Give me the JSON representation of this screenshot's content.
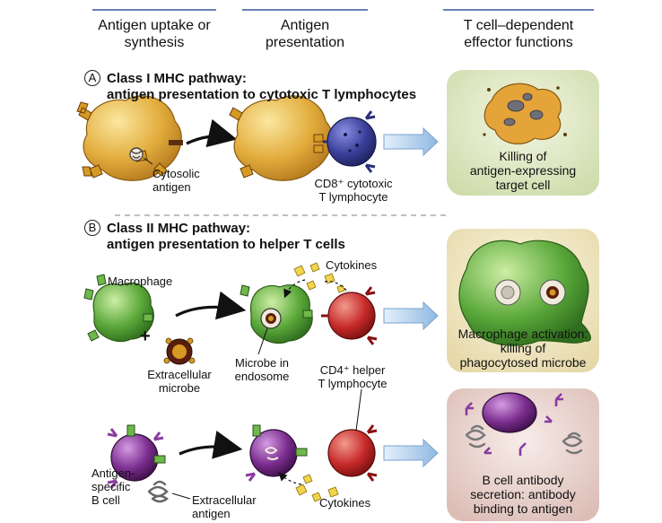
{
  "headers": {
    "col1": "Antigen uptake or synthesis",
    "col2": "Antigen presentation",
    "col3": "T cell–dependent effector functions"
  },
  "sectionA": {
    "badge": "A",
    "title_line1": "Class I MHC pathway:",
    "title_line2": "antigen presentation to cytotoxic T lymphocytes",
    "cytosolic_label_1": "Cytosolic",
    "cytosolic_label_2": "antigen",
    "ctl_label_1": "CD8⁺ cytotoxic",
    "ctl_label_2": "T lymphocyte",
    "effect_1": "Killing of",
    "effect_2": "antigen-expressing",
    "effect_3": "target cell"
  },
  "sectionB": {
    "badge": "B",
    "title_line1": "Class II MHC pathway:",
    "title_line2": "antigen presentation to helper T cells",
    "macrophage_label": "Macrophage",
    "plus": "+",
    "extracellular_microbe_1": "Extracellular",
    "extracellular_microbe_2": "microbe",
    "microbe_endosome_1": "Microbe in",
    "microbe_endosome_2": "endosome",
    "cytokines_top": "Cytokines",
    "helper_label_1": "CD4⁺ helper",
    "helper_label_2": "T lymphocyte",
    "mac_effect_1": "Macrophage activation:",
    "mac_effect_2": "killing of",
    "mac_effect_3": "phagocytosed microbe",
    "bcell_label_1": "Antigen-",
    "bcell_label_2": "specific",
    "bcell_label_3": "B cell",
    "extracellular_antigen_1": "Extracellular",
    "extracellular_antigen_2": "antigen",
    "cytokines_bottom": "Cytokines",
    "b_effect_1": "B cell antibody",
    "b_effect_2": "secretion: antibody",
    "b_effect_3": "binding to antigen"
  },
  "colors": {
    "header_rule": "#6b7fb6",
    "apc_yellow": "#e3b040",
    "ctl_blue": "#3a3f9a",
    "macrophage_green": "#5aa83a",
    "helper_red": "#c62a2a",
    "bcell_purple": "#7a2d8e",
    "panel_green": "#dfe8c9",
    "panel_cream": "#efe6c8",
    "panel_rose": "#e8d3cf",
    "arrow_blue": "#a9c9e8"
  }
}
